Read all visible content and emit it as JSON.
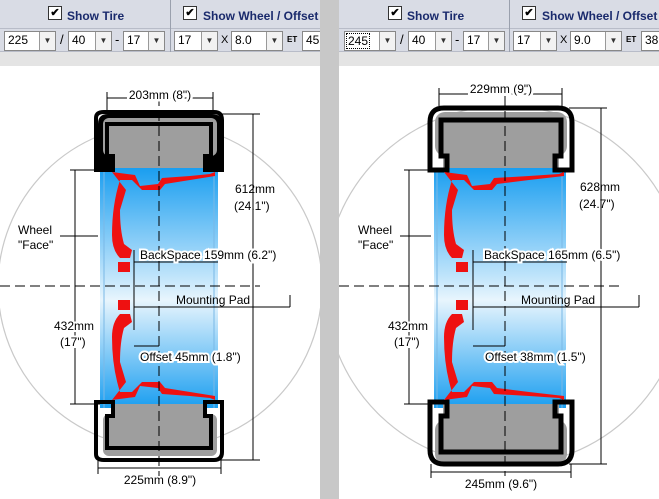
{
  "panels": [
    {
      "show_tire": {
        "checked_mark": "✔",
        "label": "Show Tire"
      },
      "show_wheel": {
        "checked_mark": "✔",
        "label": "Show Wheel / Offset"
      },
      "tire": {
        "width": "225",
        "aspect": "40",
        "rim": "17"
      },
      "wheel": {
        "diameter": "17",
        "width": "8.0",
        "et_label": "ET",
        "offset": "45"
      },
      "sep_slash": "/",
      "sep_dash": "-",
      "sep_x": "X",
      "labels": {
        "section_width_top": "203mm (8\")",
        "overall_diameter_mm": "612mm",
        "overall_diameter_in": "(24.1\")",
        "wheel_face_1": "Wheel",
        "wheel_face_2": "\"Face\"",
        "backspace": "BackSpace 159mm (6.2\")",
        "mounting_pad": "Mounting Pad",
        "rim_diameter_mm": "432mm",
        "rim_diameter_in": "(17\")",
        "offset": "Offset 45mm (1.8\")",
        "tire_width_bottom": "225mm (8.9\")"
      }
    },
    {
      "show_tire": {
        "checked_mark": "✔",
        "label": "Show Tire"
      },
      "show_wheel": {
        "checked_mark": "✔",
        "label": "Show Wheel / Offset"
      },
      "tire": {
        "width": "245",
        "aspect": "40",
        "rim": "17"
      },
      "wheel": {
        "diameter": "17",
        "width": "9.0",
        "et_label": "ET",
        "offset": "38"
      },
      "sep_slash": "/",
      "sep_dash": "-",
      "sep_x": "X",
      "labels": {
        "section_width_top": "229mm (9\")",
        "overall_diameter_mm": "628mm",
        "overall_diameter_in": "(24.7\")",
        "wheel_face_1": "Wheel",
        "wheel_face_2": "\"Face\"",
        "backspace": "BackSpace 165mm (6.5\")",
        "mounting_pad": "Mounting Pad",
        "rim_diameter_mm": "432mm",
        "rim_diameter_in": "(17\")",
        "offset": "Offset 38mm (1.5\")",
        "tire_width_bottom": "245mm (9.6\")"
      }
    }
  ]
}
